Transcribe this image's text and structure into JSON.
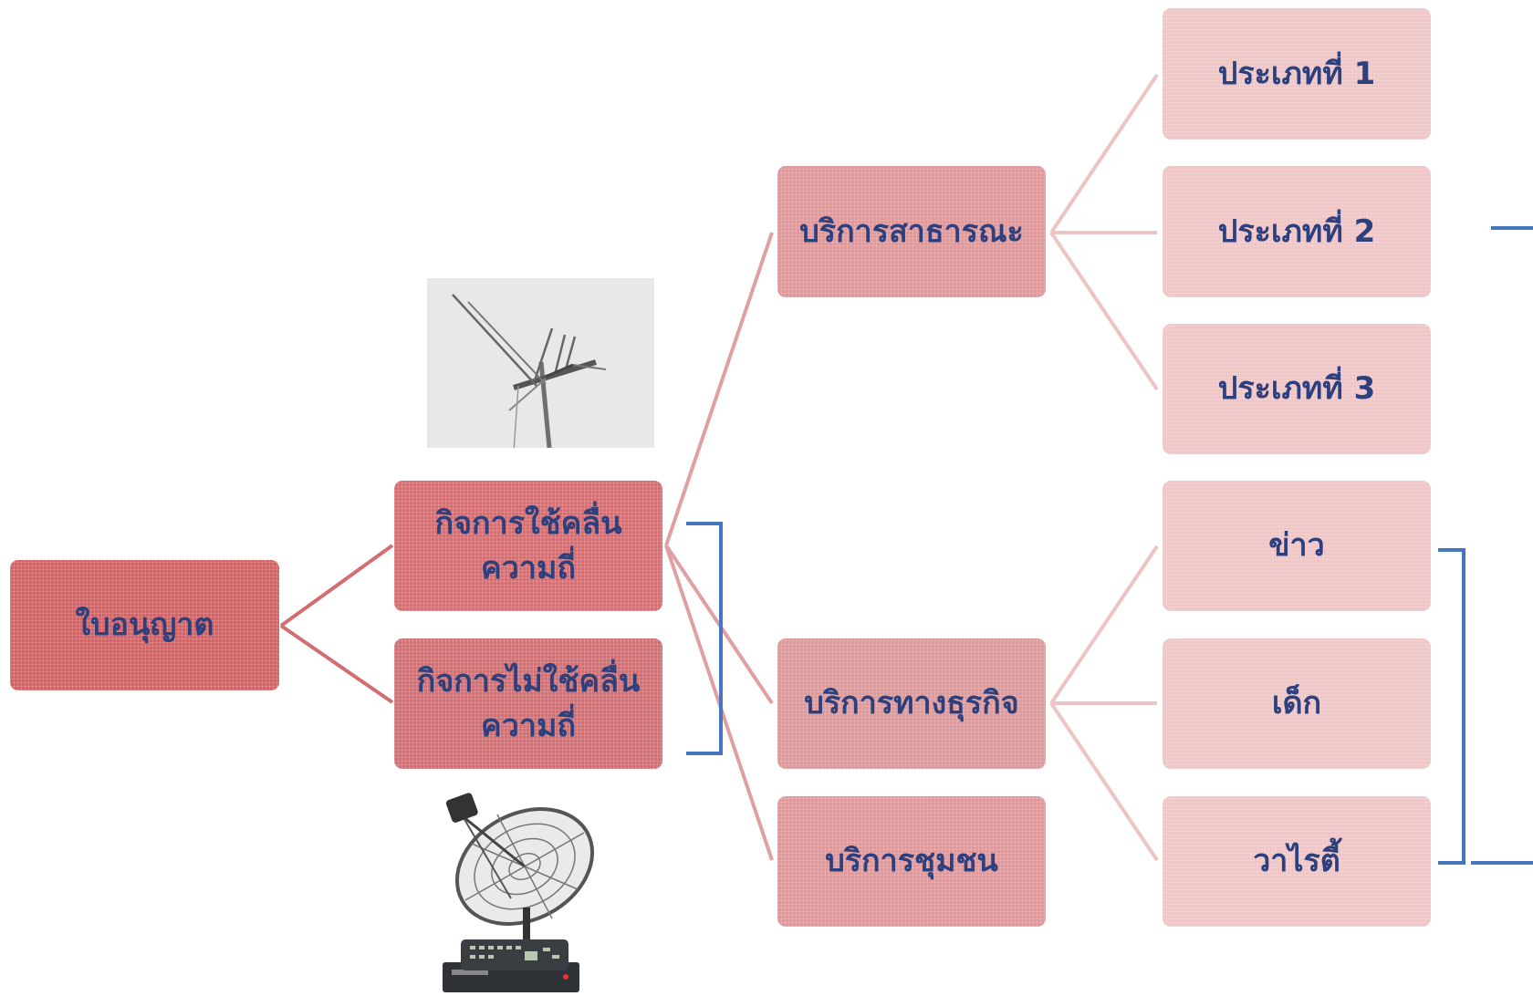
{
  "nodes": {
    "root": "ใบอนุญาต",
    "use_freq_line1": "กิจการใช้คลื่น",
    "use_freq_line2": "ความถี่",
    "no_freq_line1": "กิจการไม่ใช้คลื่น",
    "no_freq_line2": "ความถี่",
    "public_service": "บริการสาธารณะ",
    "business_service": "บริการทางธุรกิจ",
    "community_service": "บริการชุมชน",
    "type1": "ประเภทที่ 1",
    "type2": "ประเภทที่ 2",
    "type3": "ประเภทที่ 3",
    "news": "ข่าว",
    "kids": "เด็ก",
    "variety": "วาไรตี้"
  },
  "colors": {
    "level0": "#d26366",
    "level1": "#d66e71",
    "level2": "#e0989a",
    "level3": "#f0c5c6",
    "text": "#2d3f7c",
    "bracket": "#4677bd"
  },
  "icons": [
    "terrestrial-antenna-photo",
    "satellite-dish-with-receiver-photo"
  ]
}
